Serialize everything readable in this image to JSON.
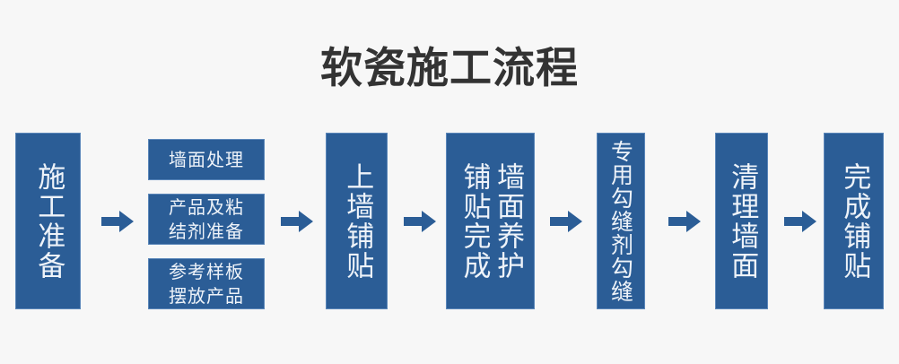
{
  "page": {
    "title": "软瓷施工流程",
    "background_color": "#f7f7f7",
    "box_color": "#2b5d96",
    "box_border_color": "#5b87ba",
    "arrow_color": "#2b5d96",
    "title_color": "#333333",
    "text_color": "#eef3f9"
  },
  "flow": {
    "steps": [
      {
        "id": "step-1",
        "label": "施工准备",
        "orientation": "vertical"
      },
      {
        "id": "step-2",
        "orientation": "stacked",
        "sub_steps": [
          {
            "id": "step-2a",
            "label": "墙面处理"
          },
          {
            "id": "step-2b",
            "line1": "产品及粘",
            "line2": "结剂准备"
          },
          {
            "id": "step-2c",
            "line1": "参考样板",
            "line2": "摆放产品"
          }
        ]
      },
      {
        "id": "step-3",
        "label": "上墙铺贴",
        "orientation": "vertical"
      },
      {
        "id": "step-4",
        "orientation": "vertical-two-column",
        "column_right": "墙面养护",
        "column_left": "铺贴完成"
      },
      {
        "id": "step-5",
        "label": "专用勾缝剂勾缝",
        "orientation": "vertical"
      },
      {
        "id": "step-6",
        "label": "清理墙面",
        "orientation": "vertical"
      },
      {
        "id": "step-7",
        "label": "完成铺贴",
        "orientation": "vertical"
      }
    ],
    "connectors": [
      {
        "id": "arrow-1",
        "direction": "right"
      },
      {
        "id": "arrow-2",
        "direction": "right"
      },
      {
        "id": "arrow-3",
        "direction": "right"
      },
      {
        "id": "arrow-4",
        "direction": "right"
      },
      {
        "id": "arrow-5",
        "direction": "right"
      },
      {
        "id": "arrow-6",
        "direction": "right"
      }
    ]
  }
}
